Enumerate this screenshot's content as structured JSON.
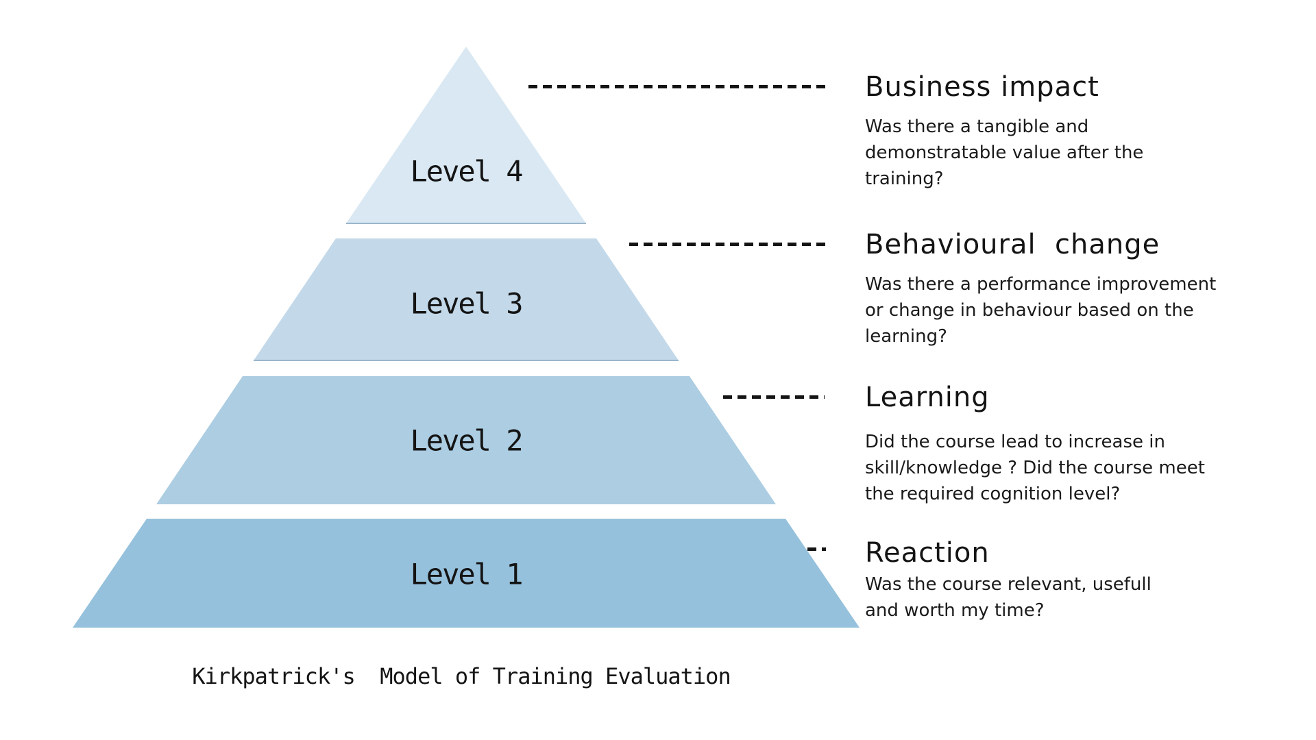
{
  "diagram": {
    "title": "Kirkpatrick's  Model of Training Evaluation",
    "text_color": "#141414",
    "pyramid": {
      "edge_line_color": "#9ab7cc",
      "levels": [
        {
          "label": "Level 4",
          "color": "#d9e8f2"
        },
        {
          "label": "Level 3",
          "color": "#c3d9ea"
        },
        {
          "label": "Level 2",
          "color": "#accde2"
        },
        {
          "label": "Level 1",
          "color": "#96c1dc"
        }
      ]
    },
    "annotations": [
      {
        "heading": "Business impact",
        "description": "Was there a tangible and\ndemonstratable value after the\ntraining?"
      },
      {
        "heading": "Behavioural  change",
        "description": "Was there a performance improvement\nor change in behaviour based on the\nlearning?"
      },
      {
        "heading": "Learning",
        "description": "Did the course lead to increase in\nskill/knowledge ? Did the course meet\nthe required cognition level?"
      },
      {
        "heading": "Reaction",
        "description": "Was the course relevant, usefull\nand worth my time?"
      }
    ]
  }
}
